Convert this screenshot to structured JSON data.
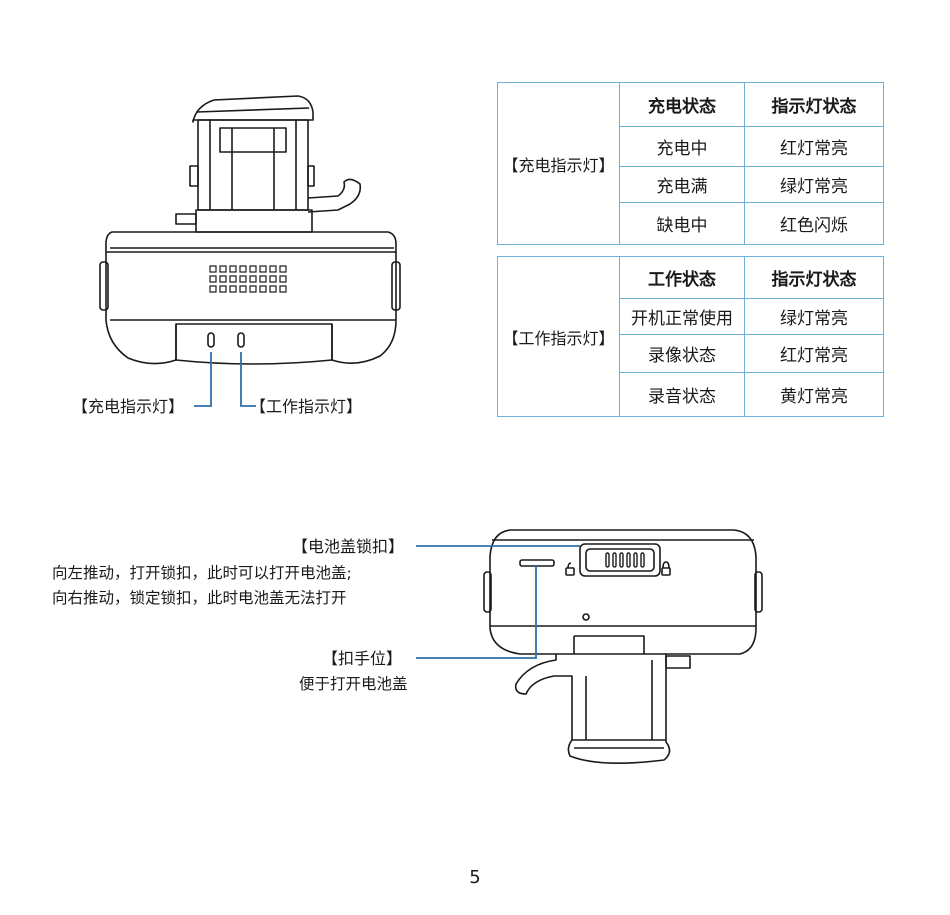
{
  "charging_table": {
    "group_label": "【充电指示灯】",
    "headers": [
      "充电状态",
      "指示灯状态"
    ],
    "rows": [
      [
        "充电中",
        "红灯常亮"
      ],
      [
        "充电满",
        "绿灯常亮"
      ],
      [
        "缺电中",
        "红色闪烁"
      ]
    ]
  },
  "working_table": {
    "group_label": "【工作指示灯】",
    "headers": [
      "工作状态",
      "指示灯状态"
    ],
    "rows": [
      [
        "开机正常使用",
        "绿灯常亮"
      ],
      [
        "录像状态",
        "红灯常亮"
      ],
      [
        "录音状态",
        "黄灯常亮"
      ]
    ]
  },
  "front_view": {
    "charge_light_label": "【充电指示灯】",
    "work_light_label": "【工作指示灯】"
  },
  "back_view": {
    "battery_lock_title": "【电池盖锁扣】",
    "battery_lock_desc_1": "向左推动，打开锁扣，此时可以打开电池盖;",
    "battery_lock_desc_2": "向右推动，锁定锁扣，此时电池盖无法打开",
    "grip_title": "【扣手位】",
    "grip_desc": "便于打开电池盖"
  },
  "page_number": "5",
  "colors": {
    "leader_line": "#2f6fb0",
    "table_border": "#6fb1d8"
  }
}
